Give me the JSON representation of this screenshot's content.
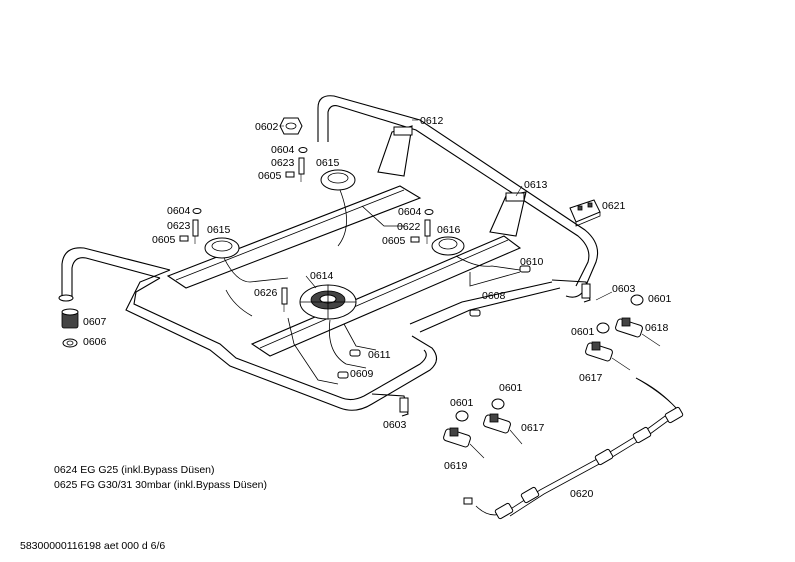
{
  "labels": {
    "p0602": "0602",
    "p0604a": "0604",
    "p0623a": "0623",
    "p0605a": "0605",
    "p0615a": "0615",
    "p0612": "0612",
    "p0613": "0613",
    "p0621": "0621",
    "p0604b": "0604",
    "p0623b": "0623",
    "p0605b": "0605",
    "p0615b": "0615",
    "p0604c": "0604",
    "p0622": "0622",
    "p0605c": "0605",
    "p0616": "0616",
    "p0610": "0610",
    "p0608": "0608",
    "p0614": "0614",
    "p0626": "0626",
    "p0603a": "0603",
    "p0601a": "0601",
    "p0601b": "0601",
    "p0618": "0618",
    "p0617a": "0617",
    "p0607": "0607",
    "p0606": "0606",
    "p0611": "0611",
    "p0609": "0609",
    "p0603b": "0603",
    "p0601c": "0601",
    "p0601d": "0601",
    "p0617b": "0617",
    "p0619": "0619",
    "p0620": "0620"
  },
  "notes": {
    "line1": "0624 EG G25   (inkl.Bypass Düsen)",
    "line2": "0625 FG G30/31 30mbar  (inkl.Bypass Düsen)"
  },
  "footer": {
    "code": "58300000116198 aet 000 d 6/6"
  }
}
